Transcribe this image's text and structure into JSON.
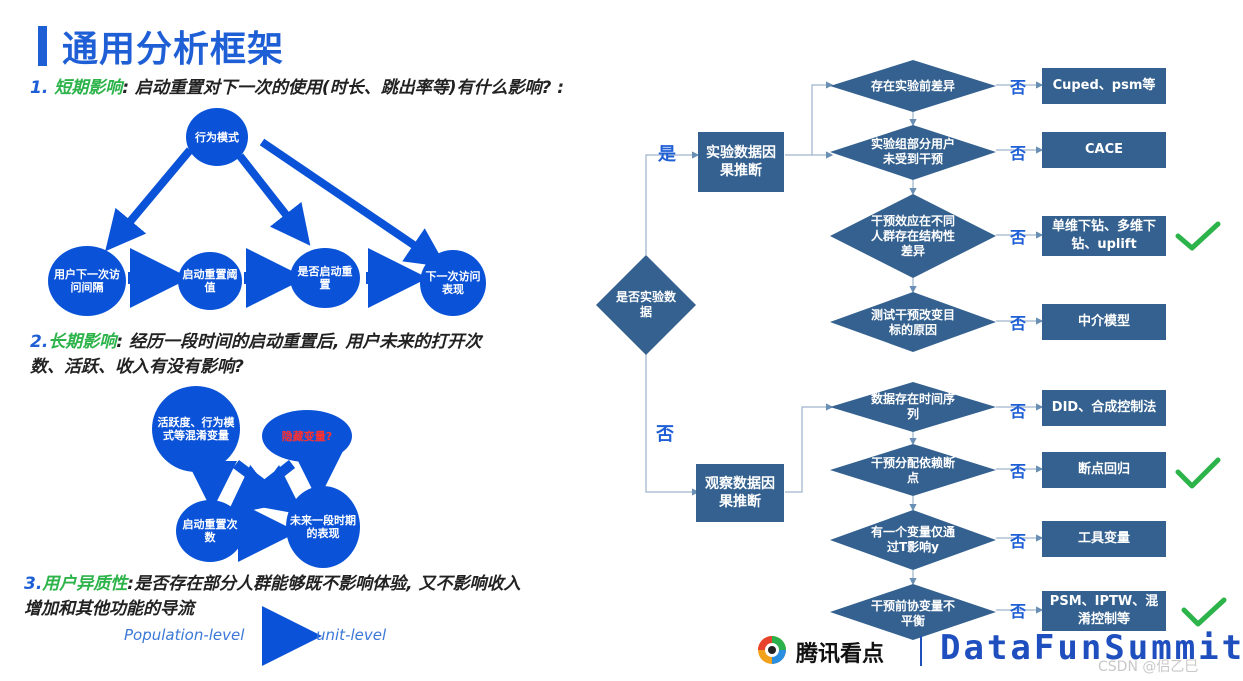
{
  "header": {
    "title": "通用分析框架"
  },
  "left": {
    "q1": {
      "num": "1.",
      "highlight": "短期影响",
      "text": ": 启动重置对下一次的使用(时长、跳出率等)有什么影响? :"
    },
    "diag1": {
      "behavior": "行为模式",
      "interval": "用户下一次访问间隔",
      "threshold": "启动重置阈值",
      "is_reset": "是否启动重置",
      "next_perf": "下一次访问表现"
    },
    "q2": {
      "num": "2.",
      "highlight": "长期影响",
      "line1": ": 经历一段时间的启动重置后, 用户未来的打开次",
      "line2": "数、活跃、收入有没有影响?"
    },
    "diag2": {
      "confounder": "活跃度、行为模式等混淆变量",
      "hidden": "隐藏变量?",
      "reset_count": "启动重置次数",
      "future_perf": "未来一段时期的表现"
    },
    "q3": {
      "num": "3.",
      "highlight": "用户异质性",
      "line1": ":是否存在部分人群能够既不影响体验, 又不影响收入",
      "line2": "增加和其他功能的导流"
    },
    "pop_level": "Population-level",
    "unit_level": "unit-level"
  },
  "right": {
    "root": "是否实验数据",
    "yes": "是",
    "no": "否",
    "exp_box": "实验数据因果推断",
    "obs_box": "观察数据因果推断",
    "exp_items": [
      {
        "q": "存在实验前差异",
        "no": "否",
        "out": "Cuped、psm等",
        "check": false
      },
      {
        "q": "实验组部分用户未受到干预",
        "no": "否",
        "out": "CACE",
        "check": false
      },
      {
        "q": "干预效应在不同人群存在结构性差异",
        "no": "否",
        "out": "单维下钻、多维下钻、uplift",
        "check": true
      },
      {
        "q": "测试干预改变目标的原因",
        "no": "否",
        "out": "中介模型",
        "check": false
      }
    ],
    "obs_items": [
      {
        "q": "数据存在时间序列",
        "no": "否",
        "out": "DID、合成控制法",
        "check": false
      },
      {
        "q": "干预分配依赖断点",
        "no": "否",
        "out": "断点回归",
        "check": true
      },
      {
        "q": "有一个变量仅通过T影响y",
        "no": "否",
        "out": "工具变量",
        "check": false
      },
      {
        "q": "干预前协变量不平衡",
        "no": "否",
        "out": "PSM、IPTW、混淆控制等",
        "check": true
      }
    ]
  },
  "footer": {
    "logo_text": "腾讯看点",
    "brand": "DataFunSummit",
    "watermark": "CSDN @侣乙巳"
  },
  "colors": {
    "accent": "#1f5fd6",
    "green": "#2cb34a",
    "diamond": "#34618f",
    "circle": "#0a53d8"
  }
}
